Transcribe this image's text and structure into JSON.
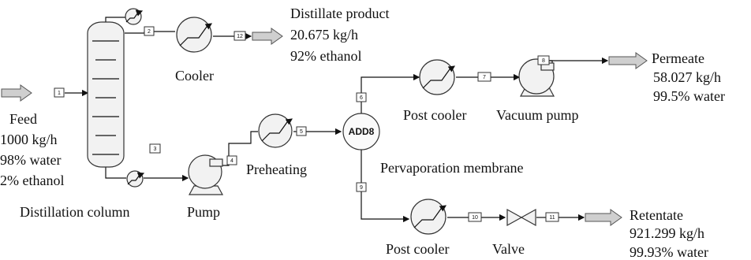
{
  "labels": {
    "distillate_title": "Distillate product",
    "distillate_flow": "20.675 kg/h",
    "distillate_comp": "92% ethanol",
    "cooler": "Cooler",
    "feed_title": "Feed",
    "feed_flow": "1000 kg/h",
    "feed_water": "98% water",
    "feed_ethanol": "2% ethanol",
    "distillation_column": "Distillation column",
    "pump": "Pump",
    "preheating": "Preheating",
    "membrane_block": "ADD8",
    "pervaporation_membrane": "Pervaporation membrane",
    "post_cooler_top": "Post cooler",
    "vacuum_pump": "Vacuum pump",
    "permeate_title": "Permeate",
    "permeate_flow": "58.027 kg/h",
    "permeate_comp": "99.5% water",
    "post_cooler_bottom": "Post cooler",
    "valve": "Valve",
    "retentate_title": "Retentate",
    "retentate_flow": "921.299 kg/h",
    "retentate_comp": "99.93% water"
  },
  "streams": {
    "s1": "1",
    "s2": "2",
    "s3": "3",
    "s4": "4",
    "s5": "5",
    "s6": "6",
    "s7": "7",
    "s8": "8",
    "s9": "9",
    "s10": "10",
    "s11": "11",
    "s12": "12"
  },
  "icons": [
    "heat-exchanger-icon",
    "pump-icon",
    "valve-icon",
    "flow-arrow-icon"
  ]
}
